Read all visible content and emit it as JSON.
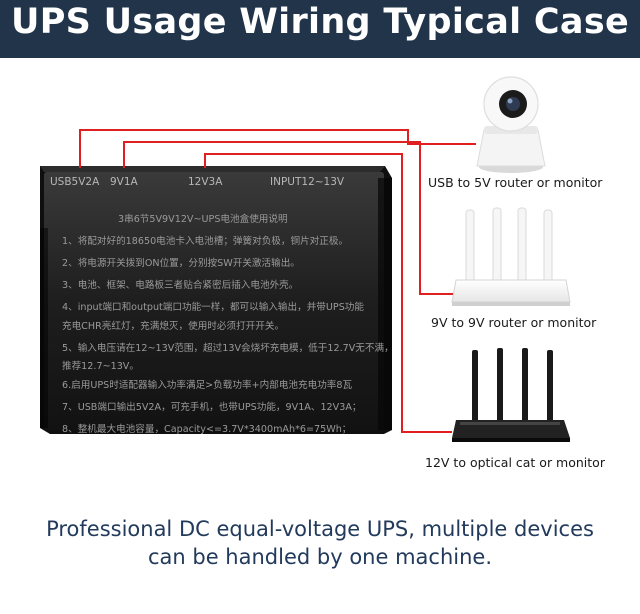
{
  "banner": {
    "title": "UPS Usage Wiring Typical Case"
  },
  "ups": {
    "ports": [
      "USB5V2A",
      "9V1A",
      "12V3A",
      "INPUT12~13V"
    ],
    "panel_title": "3串6节5V9V12V~UPS电池盒使用说明",
    "instructions": [
      "1、将配对好的18650电池卡入电池槽；弹簧对负极，铜片对正极。",
      "2、将电源开关拨到ON位置，分别按SW开关激活输出。",
      "3、电池、框架、电路板三者贴合紧密后插入电池外壳。",
      "4、input端口和output端口功能一样，都可以输入输出，并带UPS功能",
      "充电CHR亮红灯，充满熄灭，使用时必须打开开关。",
      "5、输入电压请在12~13V范围，超过13V会烧坏充电模，低于12.7V无不满，",
      "推荐12.7~13V。",
      "6.启用UPS时适配器输入功率满足>负载功率+内部电池充电功率8瓦",
      "7、USB端口输出5V2A，可充手机，也带UPS功能，9V1A、12V3A；",
      "8、整机最大电池容量，Capacity<=3.7V*3400mAh*6=75Wh；"
    ]
  },
  "devices": [
    {
      "icon": "camera-icon",
      "label": "USB to 5V router or monitor"
    },
    {
      "icon": "router-icon",
      "label": "9V to 9V router or monitor"
    },
    {
      "icon": "optical-router-icon",
      "label": "12V to optical cat or monitor"
    }
  ],
  "wire_color": "#e02020",
  "caption": {
    "line1": "Professional DC equal-voltage UPS, multiple devices",
    "line2": "can be handled by one machine."
  }
}
